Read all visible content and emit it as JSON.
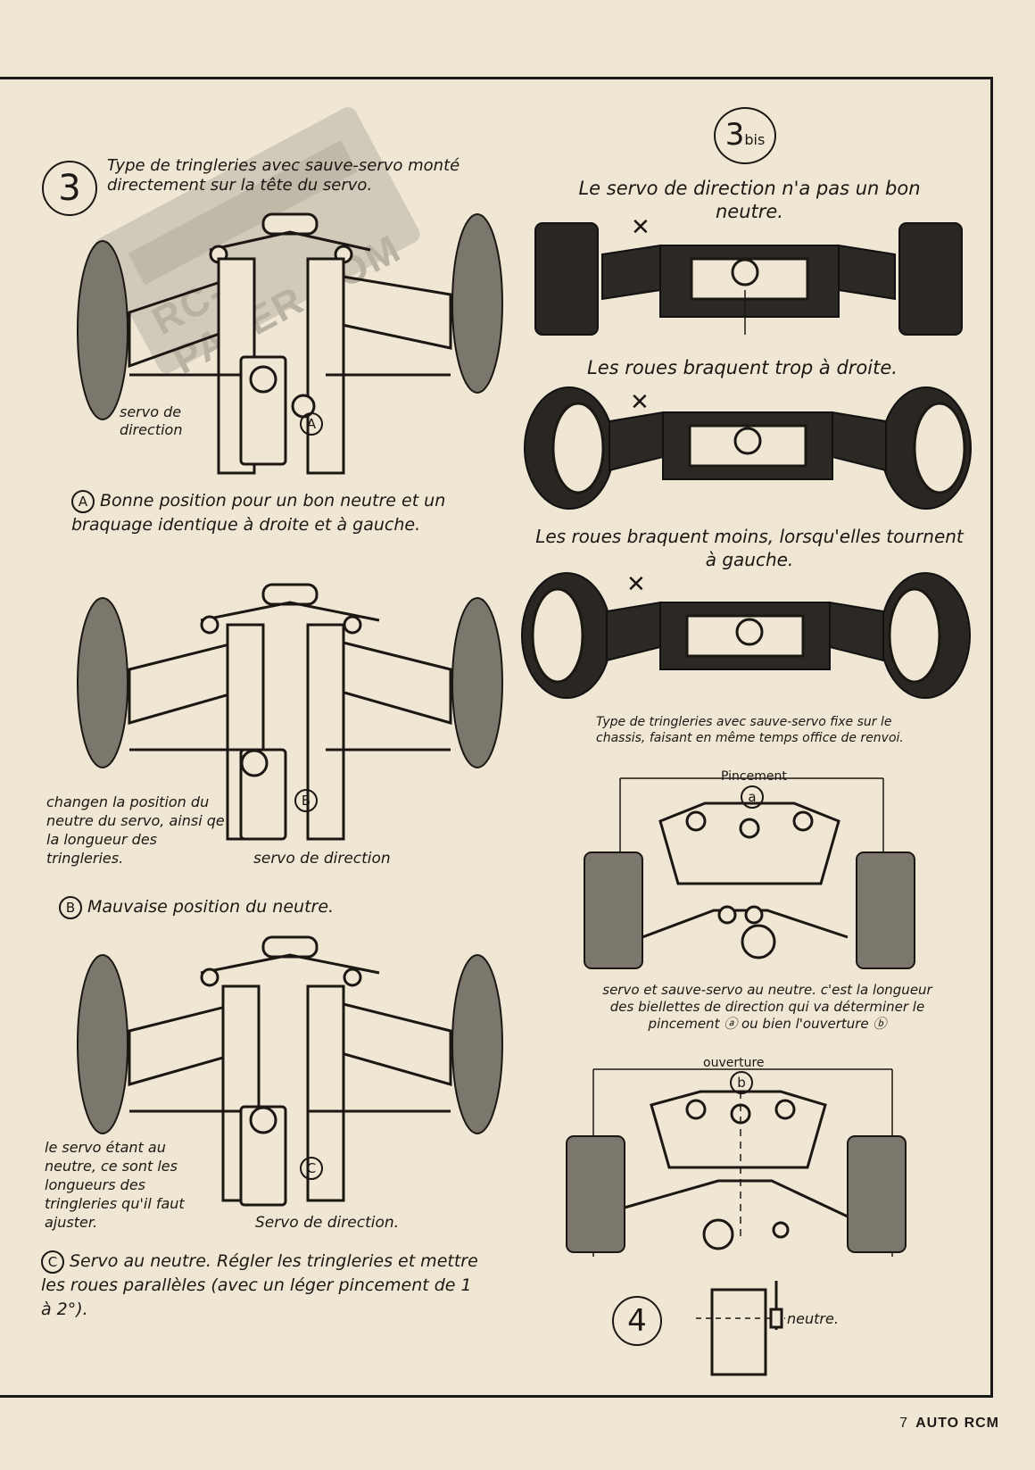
{
  "page": {
    "number": "7",
    "magazine": "AUTO RCM"
  },
  "watermark": {
    "text": "RC-PAPER.COM"
  },
  "section3": {
    "number": "3",
    "caption": "Type de tringleries avec sauve-servo monté directement sur la tête du servo.",
    "servo_label": "servo de direction",
    "marker_A": "A",
    "note_A": "Bonne position pour un bon neutre et un braquage identique à droite et à gauche.",
    "changes_label": "changen la position du neutre du servo, ainsi qe la longueur des tringleries.",
    "marker_B": "B",
    "servo_label_B": "servo de direction",
    "note_B": "Mauvaise position du neutre.",
    "servo_note_C": "le servo étant au neutre, ce sont les longueurs des tringleries qu'il faut ajuster.",
    "marker_C": "C",
    "servo_label_C": "Servo de direction.",
    "note_C": "Servo au neutre. Régler les tringleries et mettre les roues parallèles (avec un léger pincement de 1 à 2°)."
  },
  "section3bis": {
    "number": "3",
    "suffix": "bis",
    "heading1": "Le servo de direction n'a pas un bon neutre.",
    "heading2": "Les roues braquent trop à droite.",
    "heading3": "Les roues braquent moins, lorsqu'elles tournent à gauche.",
    "cross_symbol": "✕",
    "caption": "Type de tringleries avec sauve-servo fixe sur le chassis, faisant en même temps office de renvoi."
  },
  "section4": {
    "number": "4",
    "pincement_label": "Pincement",
    "marker_a": "a",
    "neutre_note": "servo et sauve-servo au neutre. c'est la longueur des biellettes de direction qui va déterminer le pincement ⓐ ou bien l'ouverture ⓑ",
    "ouverture_label": "ouverture",
    "marker_b": "b",
    "neutre_label": "neutre."
  }
}
